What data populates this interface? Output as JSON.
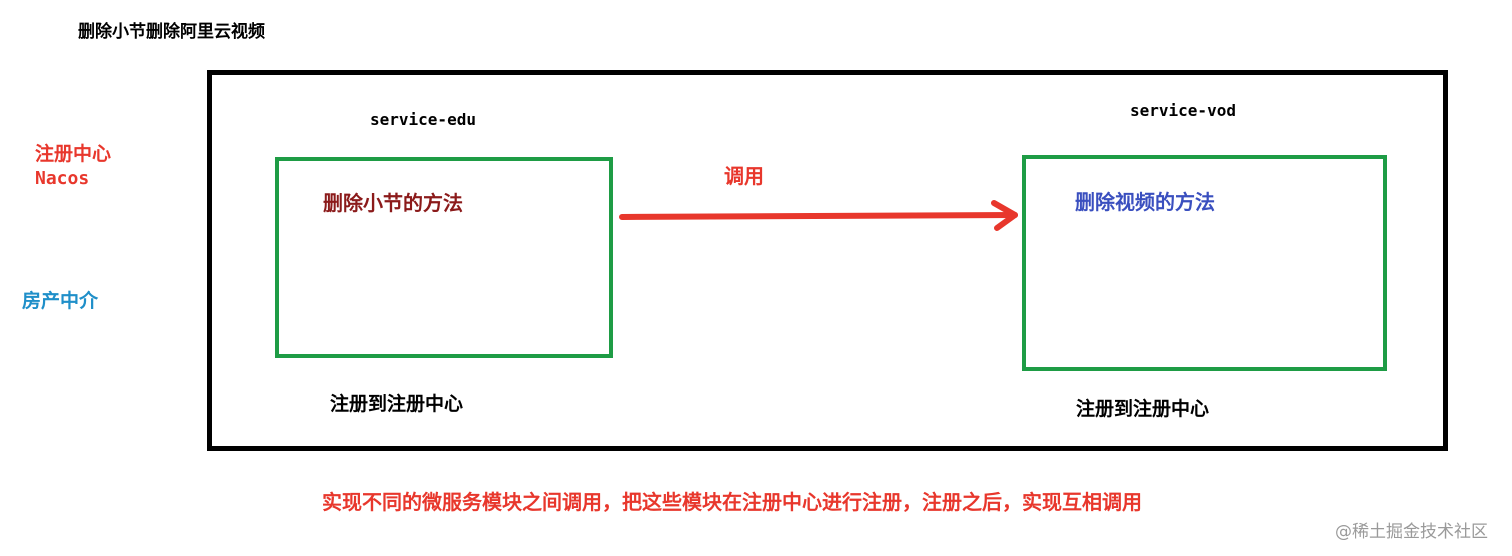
{
  "page": {
    "title": "删除小节删除阿里云视频"
  },
  "registry": {
    "label": "注册中心",
    "name": "Nacos",
    "analogy": "房产中介"
  },
  "services": {
    "edu": {
      "name": "service-edu",
      "method": "删除小节的方法",
      "register_note": "注册到注册中心"
    },
    "vod": {
      "name": "service-vod",
      "method": "删除视频的方法",
      "register_note": "注册到注册中心"
    }
  },
  "call": {
    "label": "调用"
  },
  "summary": "实现不同的微服务模块之间调用，把这些模块在注册中心进行注册，注册之后，实现互相调用",
  "watermark": "@稀土掘金技术社区",
  "colors": {
    "red": "#e8372c",
    "dark_red": "#8b1a1a",
    "blue": "#3a4fbf",
    "cyan": "#1f8fc9",
    "green": "#1e9c45",
    "black": "#000000",
    "watermark_gray": "#9a9a9a"
  }
}
